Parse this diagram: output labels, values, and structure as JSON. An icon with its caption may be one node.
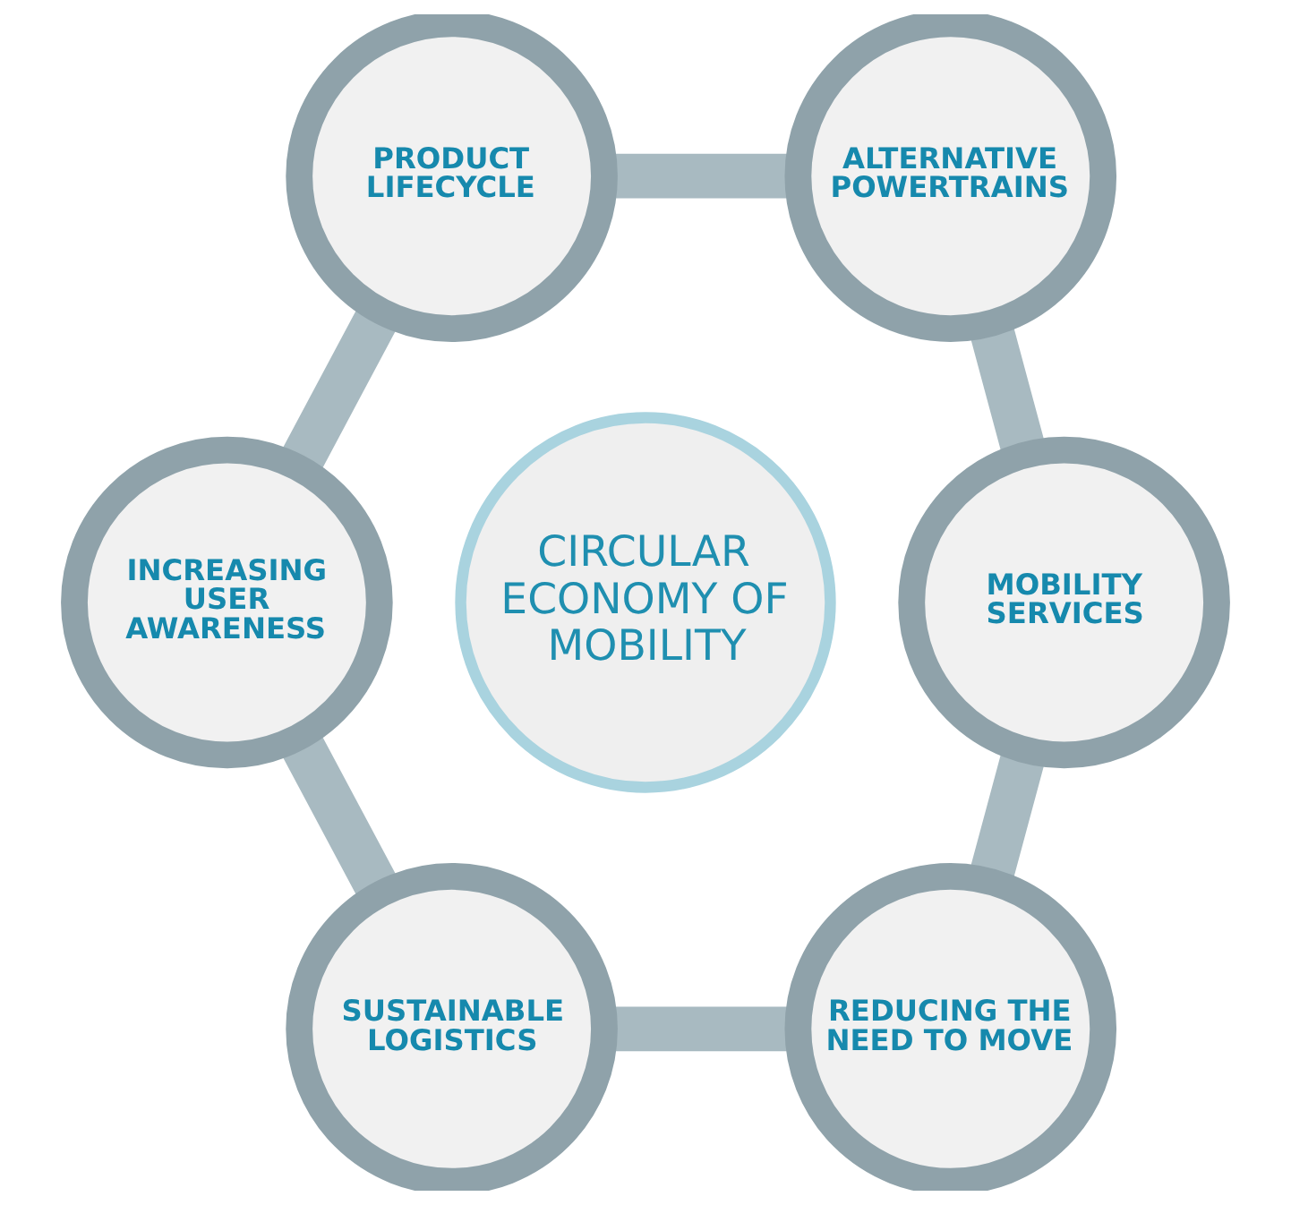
{
  "diagram": {
    "nodes": [
      {
        "text": [
          "CIRCULAR ECONOMY OF MOBILITY"
        ]
      },
      {
        "text": [
          "PRODUCT LIFECYCLE"
        ]
      },
      {
        "text": [
          "ALTERNATIVE POWERTRAINS"
        ]
      },
      {
        "text": [
          "MOBILITY SERVICES"
        ]
      },
      {
        "text": [
          "REDUCING THE NEED TO MOVE"
        ]
      },
      {
        "text": [
          "SUSTAINABLE LOGISTICS"
        ]
      },
      {
        "text": [
          "INCREASING USER AWARENESS"
        ]
      }
    ],
    "edges": [
      {
        "from": 1,
        "to": 2,
        "arrow": "none"
      },
      {
        "from": 2,
        "to": 3,
        "arrow": "none"
      },
      {
        "from": 3,
        "to": 4,
        "arrow": "none"
      },
      {
        "from": 5,
        "to": 4,
        "arrow": "none"
      },
      {
        "from": 6,
        "to": 5,
        "arrow": "none"
      },
      {
        "from": 1,
        "to": 6,
        "arrow": "none"
      }
    ]
  }
}
